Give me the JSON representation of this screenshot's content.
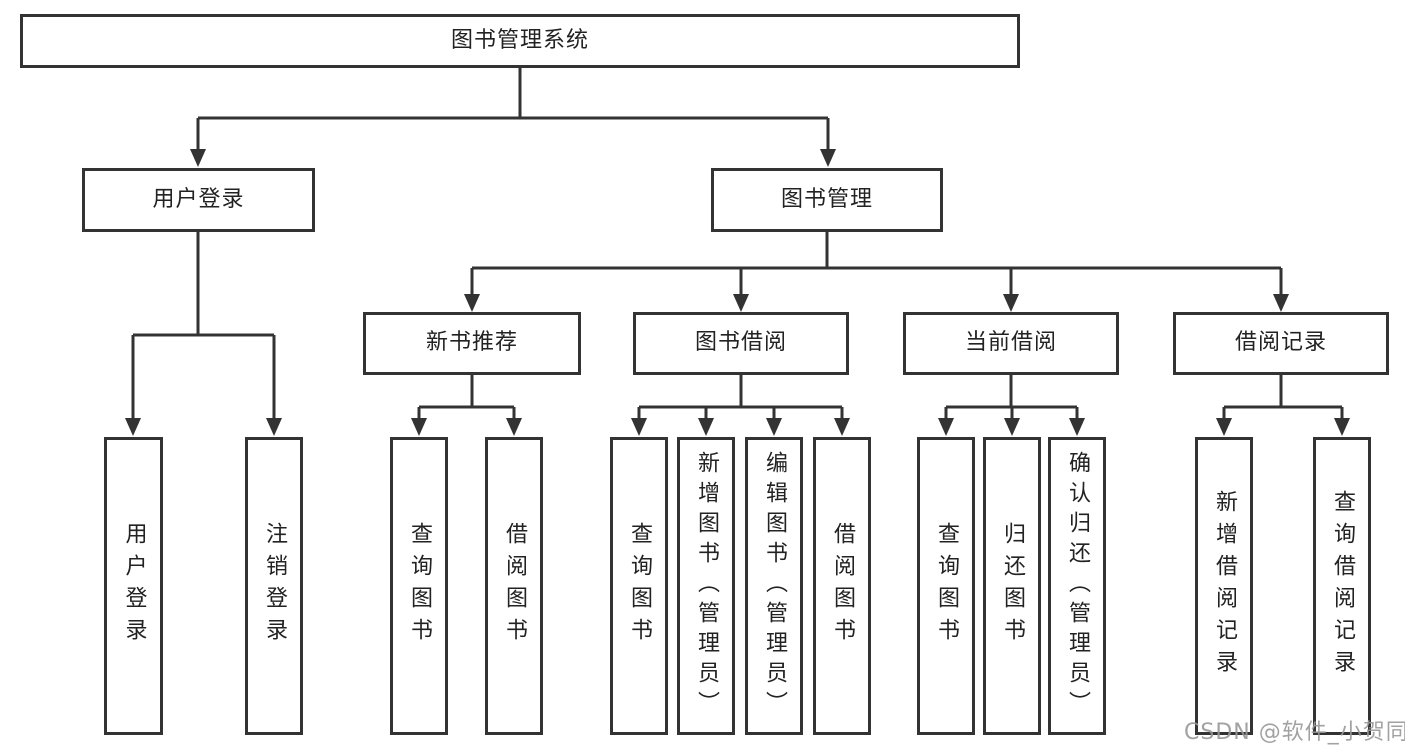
{
  "diagram": {
    "type": "hierarchy-tree",
    "root": {
      "label": "图书管理系统"
    },
    "level2": [
      {
        "id": "user-login",
        "label": "用户登录"
      },
      {
        "id": "book-management",
        "label": "图书管理"
      }
    ],
    "level3": [
      {
        "id": "new-book-recommend",
        "parent": "图书管理",
        "label": "新书推荐"
      },
      {
        "id": "book-borrowing",
        "parent": "图书管理",
        "label": "图书借阅"
      },
      {
        "id": "current-borrowing",
        "parent": "图书管理",
        "label": "当前借阅"
      },
      {
        "id": "borrowing-records",
        "parent": "图书管理",
        "label": "借阅记录"
      }
    ],
    "leaves": [
      {
        "parent": "用户登录",
        "label": "用户登录"
      },
      {
        "parent": "用户登录",
        "label": "注销登录"
      },
      {
        "parent": "新书推荐",
        "label": "查询图书"
      },
      {
        "parent": "新书推荐",
        "label": "借阅图书"
      },
      {
        "parent": "图书借阅",
        "label": "查询图书"
      },
      {
        "parent": "图书借阅",
        "label": "新增图书（管理员）"
      },
      {
        "parent": "图书借阅",
        "label": "编辑图书（管理员）"
      },
      {
        "parent": "图书借阅",
        "label": "借阅图书"
      },
      {
        "parent": "当前借阅",
        "label": "查询图书"
      },
      {
        "parent": "当前借阅",
        "label": "归还图书"
      },
      {
        "parent": "当前借阅",
        "label": "确认归还（管理员）"
      },
      {
        "parent": "借阅记录",
        "label": "新增借阅记录"
      },
      {
        "parent": "借阅记录",
        "label": "查询借阅记录"
      }
    ],
    "watermark": "CSDN @软件_小贺同学",
    "colors": {
      "line": "#333333",
      "box_border": "#333333",
      "text": "#222222",
      "watermark": "#989898",
      "background": "#ffffff"
    }
  }
}
